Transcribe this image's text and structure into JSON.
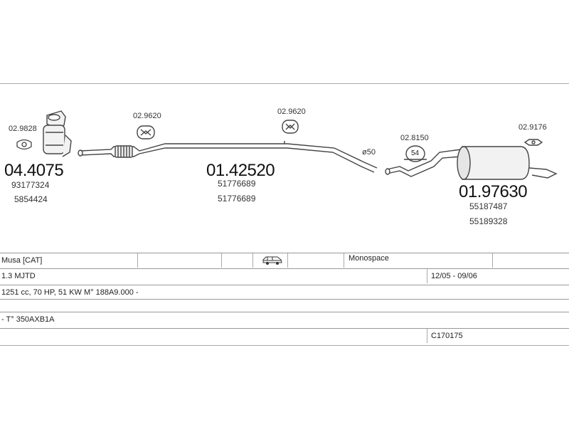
{
  "parts": {
    "catalyst": {
      "code": "04.4075",
      "oem": [
        "93177324",
        "5854424"
      ]
    },
    "gasket_cat": {
      "code": "02.9828"
    },
    "hanger_front": {
      "code": "02.9620"
    },
    "hanger_mid": {
      "code": "02.9620"
    },
    "middle_pipe": {
      "code": "01.42520",
      "oem": [
        "51776689",
        "51776689"
      ]
    },
    "diameter": {
      "text": "ø50"
    },
    "clamp": {
      "code": "02.8150",
      "size": "54"
    },
    "rear_hanger": {
      "code": "02.9176"
    },
    "rear_silencer": {
      "code": "01.97630",
      "oem": [
        "55187487",
        "55189328"
      ]
    }
  },
  "vehicle_table": {
    "model": "Musa  [CAT]",
    "body_type": "Monospace",
    "engine": "1.3 MJTD",
    "production": "12/05 - 09/06",
    "specs": "1251 cc, 70 HP, 51 KW  M° 188A9.000 -",
    "type_code": "- T° 350AXB1A",
    "reference": "C170175"
  },
  "colors": {
    "line": "#444444",
    "rule": "#999999"
  }
}
